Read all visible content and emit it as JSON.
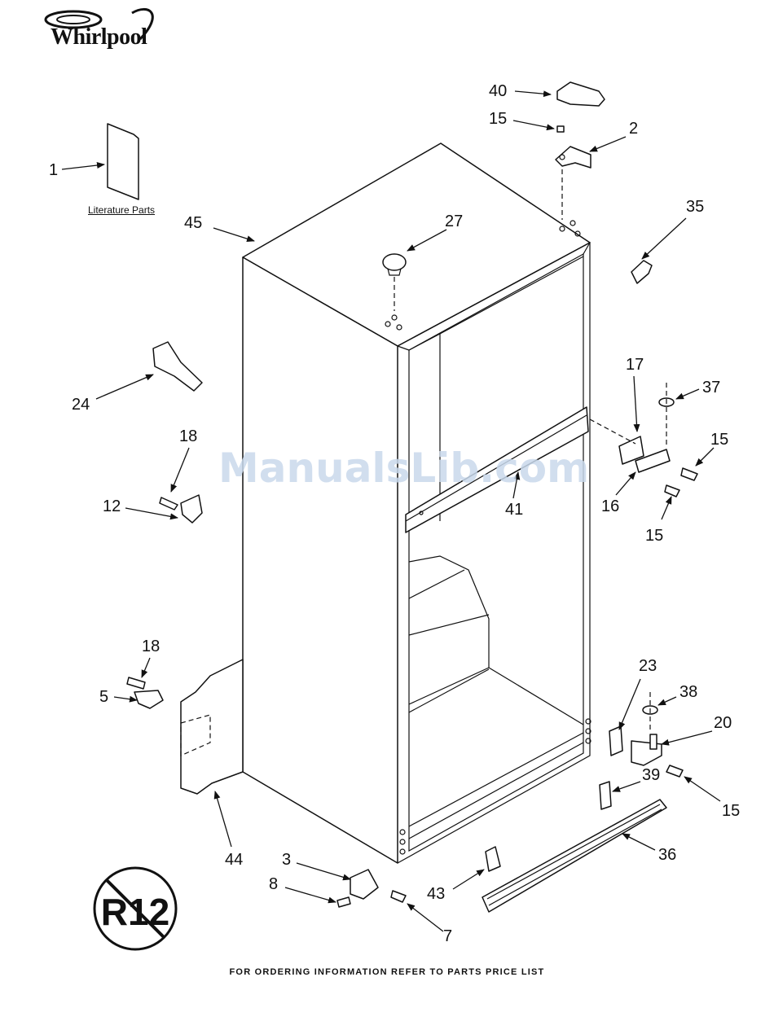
{
  "brand": {
    "name": "Whirlpool"
  },
  "watermark": "ManualsLib.com",
  "literature_label": "Literature Parts",
  "footer": "FOR ORDERING INFORMATION REFER TO PARTS PRICE LIST",
  "r12_badge": "R12",
  "callouts": [
    {
      "id": "c40",
      "label": "40"
    },
    {
      "id": "c15a",
      "label": "15"
    },
    {
      "id": "c2",
      "label": "2"
    },
    {
      "id": "c1",
      "label": "1"
    },
    {
      "id": "c45",
      "label": "45"
    },
    {
      "id": "c27",
      "label": "27"
    },
    {
      "id": "c35",
      "label": "35"
    },
    {
      "id": "c24",
      "label": "24"
    },
    {
      "id": "c17",
      "label": "17"
    },
    {
      "id": "c37",
      "label": "37"
    },
    {
      "id": "c15b",
      "label": "15"
    },
    {
      "id": "c18a",
      "label": "18"
    },
    {
      "id": "c12",
      "label": "12"
    },
    {
      "id": "c41",
      "label": "41"
    },
    {
      "id": "c16",
      "label": "16"
    },
    {
      "id": "c15c",
      "label": "15"
    },
    {
      "id": "c18b",
      "label": "18"
    },
    {
      "id": "c5",
      "label": "5"
    },
    {
      "id": "c23",
      "label": "23"
    },
    {
      "id": "c38",
      "label": "38"
    },
    {
      "id": "c20",
      "label": "20"
    },
    {
      "id": "c39",
      "label": "39"
    },
    {
      "id": "c15d",
      "label": "15"
    },
    {
      "id": "c44",
      "label": "44"
    },
    {
      "id": "c36",
      "label": "36"
    },
    {
      "id": "c3",
      "label": "3"
    },
    {
      "id": "c8",
      "label": "8"
    },
    {
      "id": "c43",
      "label": "43"
    },
    {
      "id": "c7",
      "label": "7"
    }
  ]
}
